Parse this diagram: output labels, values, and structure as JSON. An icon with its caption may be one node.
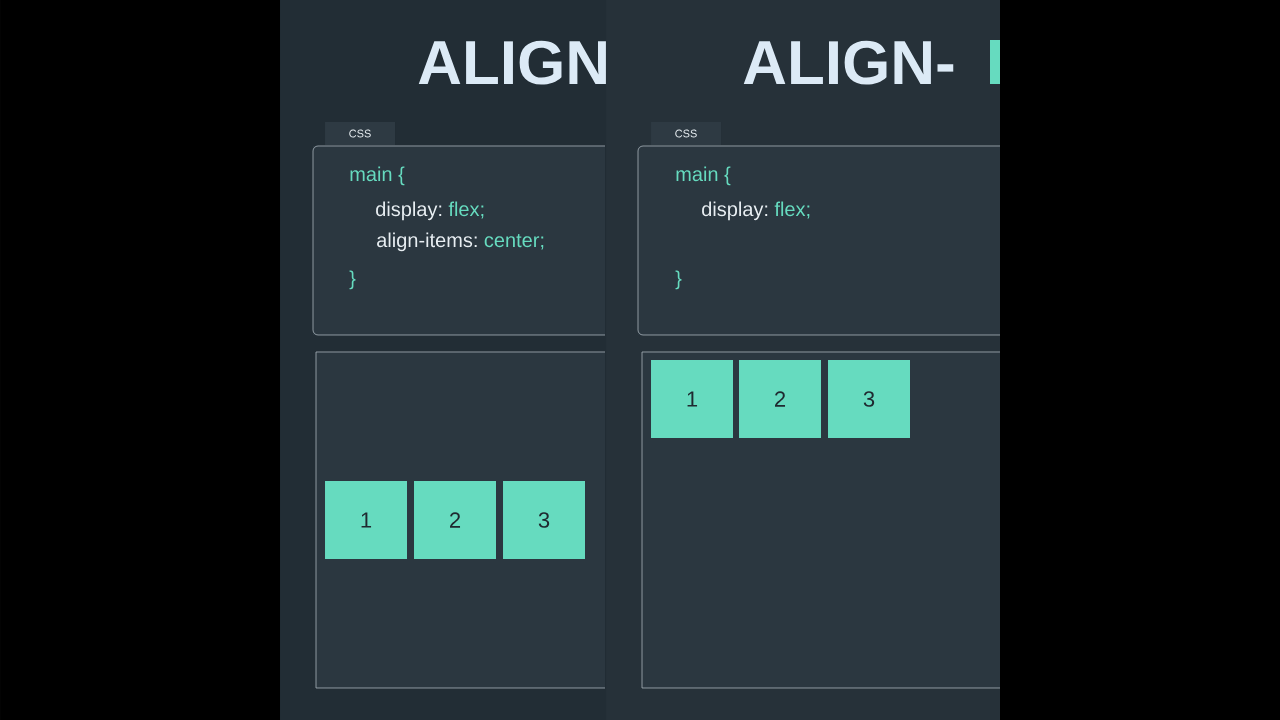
{
  "diagram": {
    "nodes": [
      {
        "text": [
          "CSS"
        ]
      },
      {
        "text": [
          "main {",
          "display:",
          "flex;",
          "align-items:",
          "center;",
          "}"
        ]
      },
      {
        "text": [],
        "shape": "box"
      },
      {
        "text": [
          "1"
        ],
        "in": 2
      },
      {
        "text": [
          "2"
        ],
        "in": 2
      },
      {
        "text": [
          "3"
        ],
        "in": 2
      },
      {
        "text": [
          "CSS"
        ]
      },
      {
        "text": [
          "main {",
          "display:",
          "flex;",
          "}"
        ]
      },
      {
        "text": [],
        "shape": "box"
      },
      {
        "text": [
          "1"
        ],
        "in": 8
      },
      {
        "text": [
          "2"
        ],
        "in": 8
      },
      {
        "text": [
          "3"
        ],
        "in": 8
      }
    ],
    "labels": [
      "ALIGN",
      "ALIGN-"
    ]
  }
}
